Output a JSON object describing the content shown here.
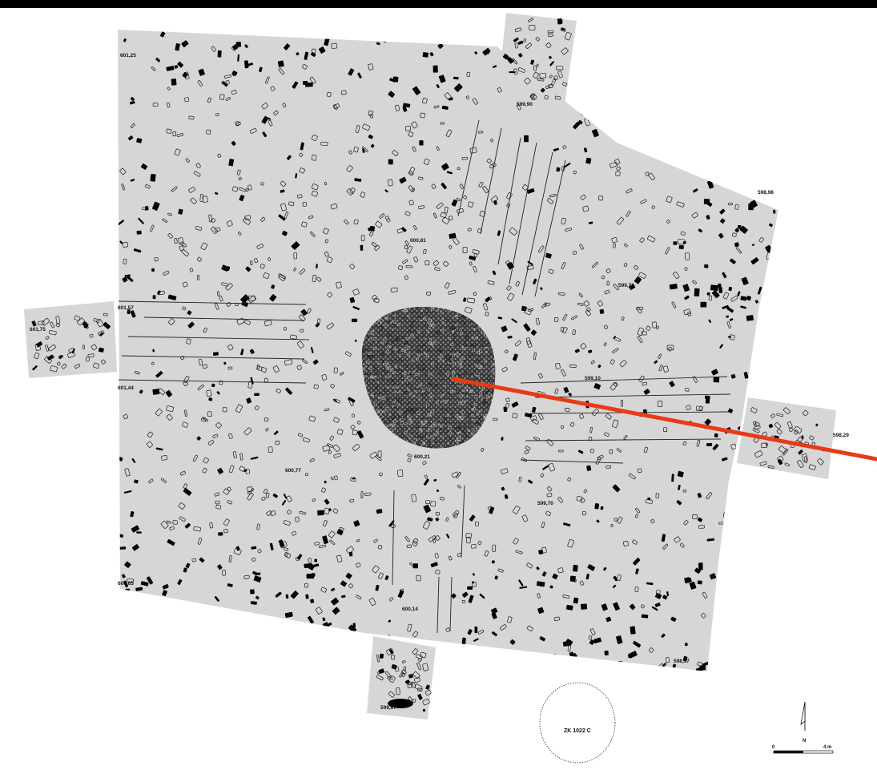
{
  "elevations": [
    {
      "id": "e1",
      "text": "601,25"
    },
    {
      "id": "e2",
      "text": "599,90"
    },
    {
      "id": "e3",
      "text": "598,98"
    },
    {
      "id": "e4",
      "text": "600,81"
    },
    {
      "id": "e5",
      "text": "599,71"
    },
    {
      "id": "e6",
      "text": "601,57"
    },
    {
      "id": "e7",
      "text": "601,75"
    },
    {
      "id": "e8",
      "text": "601,44"
    },
    {
      "id": "e9",
      "text": "599,10"
    },
    {
      "id": "e10",
      "text": "598,29"
    },
    {
      "id": "e11",
      "text": "600,21"
    },
    {
      "id": "e12",
      "text": "600,77"
    },
    {
      "id": "e13",
      "text": "599,70"
    },
    {
      "id": "e14",
      "text": "600,65"
    },
    {
      "id": "e15",
      "text": "600,14"
    },
    {
      "id": "e16",
      "text": "598,37"
    },
    {
      "id": "e17",
      "text": "599,67"
    }
  ],
  "feature_label": "ZK 1022 C",
  "north_label": "N",
  "scale": {
    "start": "0",
    "end": "4 m"
  },
  "colors": {
    "excavation_fill": "#d6d6d6",
    "stone_dark": "#000000",
    "stone_outline": "#1a1a1a",
    "central_mound": "#4a4a4a",
    "pointer_line": "#e83a17",
    "background": "#ffffff"
  }
}
